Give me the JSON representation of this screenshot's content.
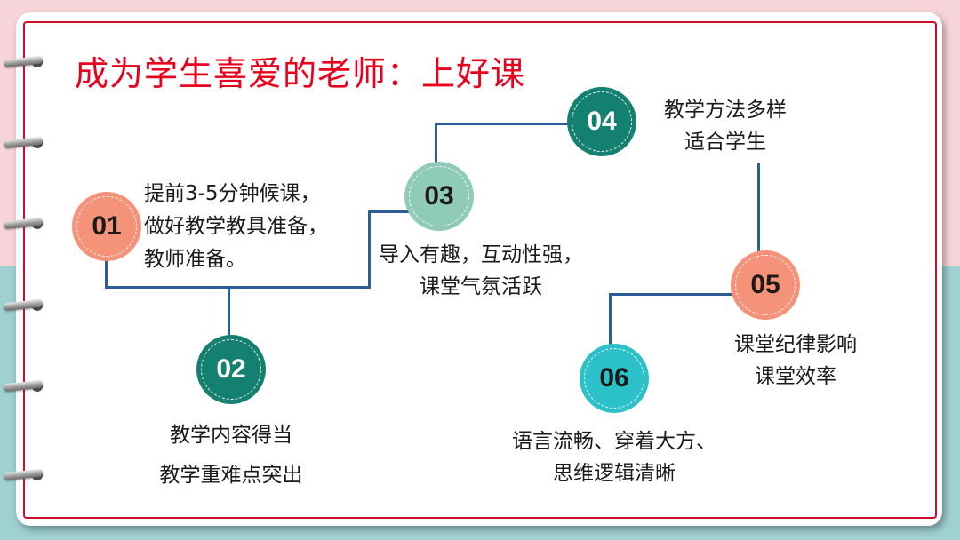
{
  "title": "成为学生喜爱的老师：上好课",
  "colors": {
    "title": "#e8001c",
    "frame": "#c8102e",
    "connector": "#2c5d96",
    "node_salmon": "#f4937a",
    "node_teal_dark": "#14806f",
    "node_teal_light": "#8fcbb8",
    "node_cyan": "#2cc0c8"
  },
  "steps": [
    {
      "number": "01",
      "lines": [
        "提前3-5分钟候课，",
        "做好教学教具准备，",
        "教师准备。"
      ]
    },
    {
      "number": "02",
      "lines": [
        "教学内容得当",
        "教学重难点突出"
      ]
    },
    {
      "number": "03",
      "lines": [
        "导入有趣，互动性强，",
        "课堂气氛活跃"
      ]
    },
    {
      "number": "04",
      "lines": [
        "教学方法多样",
        "适合学生"
      ]
    },
    {
      "number": "05",
      "lines": [
        "课堂纪律影响",
        "课堂效率"
      ]
    },
    {
      "number": "06",
      "lines": [
        "语言流畅、穿着大方、",
        "思维逻辑清晰"
      ]
    }
  ],
  "decor": {
    "binder_rings": 6
  }
}
